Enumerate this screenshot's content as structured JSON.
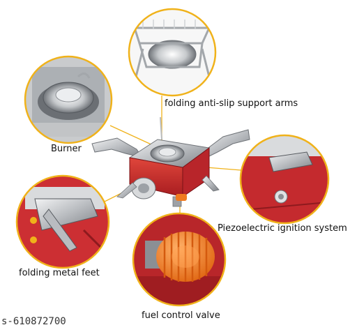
{
  "labels": {
    "support_arms": "folding anti-slip support arms",
    "burner": "Burner",
    "ignition": "Piezoelectric ignition system",
    "feet": "folding metal feet",
    "valve": "fuel control valve"
  },
  "watermark": "s-610872700",
  "colors": {
    "callout_ring": "#f0b21a",
    "stove_body": "#c8262b",
    "knob": "#f07a1f",
    "steel": "#c9ccd0"
  }
}
